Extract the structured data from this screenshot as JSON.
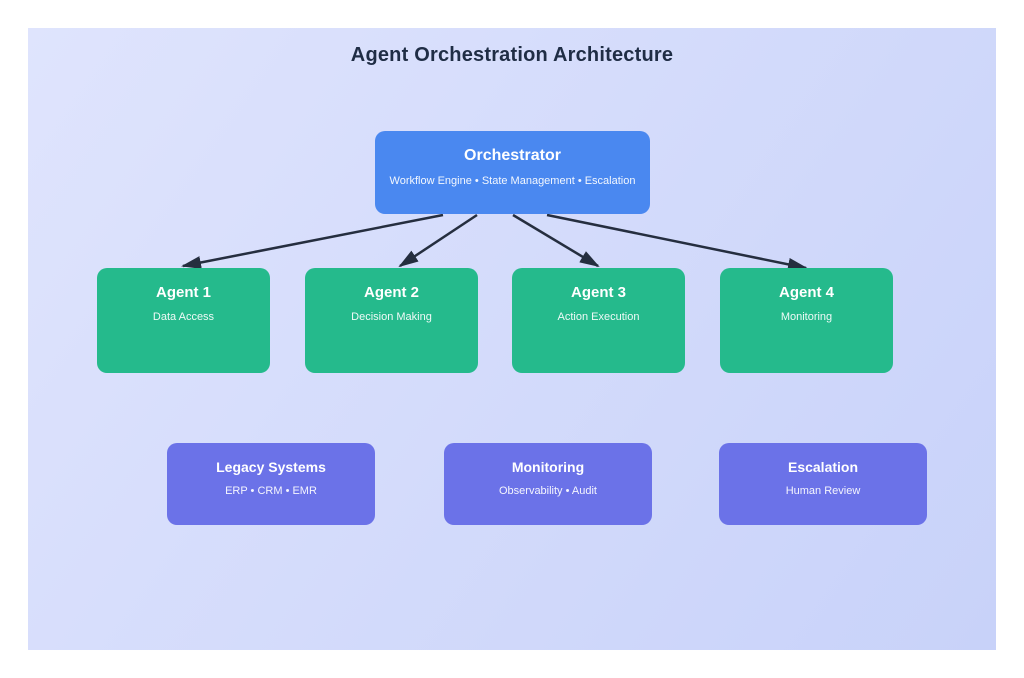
{
  "page": {
    "title": "Agent Orchestration Architecture"
  },
  "colors": {
    "canvas_start": "#dfe4fd",
    "canvas_end": "#c8d2f9",
    "title_text": "#1f2d45",
    "orchestrator": "#4a88f0",
    "agent": "#25ba8c",
    "system": "#6b72e8",
    "arrow": "#252e3f"
  },
  "orchestrator": {
    "title": "Orchestrator",
    "subtitle": "Workflow Engine • State Management • Escalation"
  },
  "agents": [
    {
      "title": "Agent 1",
      "subtitle": "Data Access"
    },
    {
      "title": "Agent 2",
      "subtitle": "Decision Making"
    },
    {
      "title": "Agent 3",
      "subtitle": "Action Execution"
    },
    {
      "title": "Agent 4",
      "subtitle": "Monitoring"
    }
  ],
  "systems": [
    {
      "title": "Legacy Systems",
      "subtitle": "ERP • CRM • EMR"
    },
    {
      "title": "Monitoring",
      "subtitle": "Observability • Audit"
    },
    {
      "title": "Escalation",
      "subtitle": "Human Review"
    }
  ]
}
